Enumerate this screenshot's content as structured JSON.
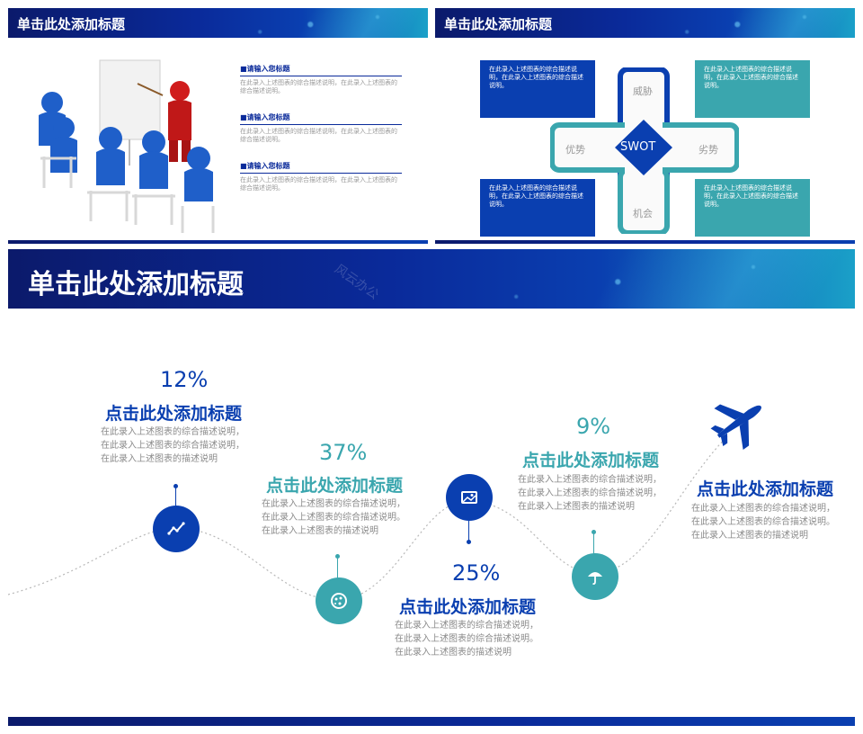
{
  "slide_small_left": {
    "title": "单击此处添加标题",
    "items": [
      {
        "title": "■请输入您标题",
        "desc": "在此录入上述图表的综合描述说明，在此录入上述图表的综合描述说明。"
      },
      {
        "title": "■请输入您标题",
        "desc": "在此录入上述图表的综合描述说明，在此录入上述图表的综合描述说明。"
      },
      {
        "title": "■请输入您标题",
        "desc": "在此录入上述图表的综合描述说明，在此录入上述图表的综合描述说明。"
      }
    ]
  },
  "slide_small_right": {
    "title": "单击此处添加标题",
    "center": "SWOT",
    "labels": {
      "top": "威胁",
      "left": "优势",
      "right": "劣势",
      "bottom": "机会"
    },
    "boxes": [
      "在此录入上述图表的综合描述说明，在此录入上述图表的综合描述说明。",
      "在此录入上述图表的综合描述说明，在此录入上述图表的综合描述说明。",
      "在此录入上述图表的综合描述说明，在此录入上述图表的综合描述说明。",
      "在此录入上述图表的综合描述说明，在此录入上述图表的综合描述说明。"
    ],
    "colors": {
      "navy": "#0a3fb0",
      "teal": "#3aa6ae"
    }
  },
  "main_slide": {
    "title": "单击此处添加标题",
    "watermark": "风云办公",
    "steps": [
      {
        "percent": "12%",
        "title": "点击此处添加标题",
        "desc": "在此录入上述图表的综合描述说明，\n在此录入上述图表的综合描述说明，\n在此录入上述图表的描述说明",
        "icon": "trend-line-icon",
        "color": "#0a3fb0"
      },
      {
        "percent": "37%",
        "title": "点击此处添加标题",
        "desc": "在此录入上述图表的综合描述说明，\n在此录入上述图表的综合描述说明。\n在此录入上述图表的描述说明",
        "icon": "pizza-icon",
        "color": "#3aa6ae"
      },
      {
        "percent": "25%",
        "title": "点击此处添加标题",
        "desc": "在此录入上述图表的综合描述说明，\n在此录入上述图表的综合描述说明。\n在此录入上述图表的描述说明",
        "icon": "photo-icon",
        "color": "#0a3fb0"
      },
      {
        "percent": "9%",
        "title": "点击此处添加标题",
        "desc": "在此录入上述图表的综合描述说明，\n在此录入上述图表的综合描述说明，\n在此录入上述图表的描述说明",
        "icon": "umbrella-icon",
        "color": "#3aa6ae"
      },
      {
        "percent": "",
        "title": "点击此处添加标题",
        "desc": "在此录入上述图表的综合描述说明，\n在此录入上述图表的综合描述说明。\n在此录入上述图表的描述说明",
        "icon": "airplane-icon",
        "color": "#0a3fb0"
      }
    ]
  }
}
